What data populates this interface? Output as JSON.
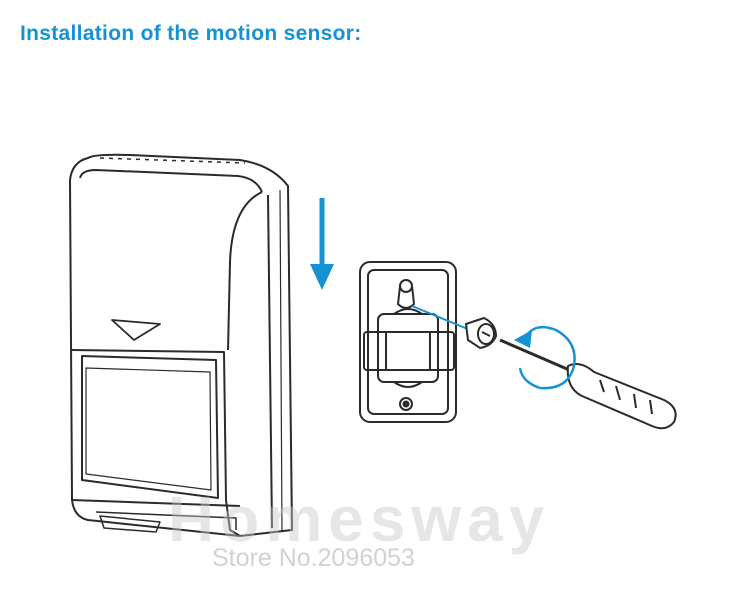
{
  "heading": "Installation of the motion sensor:",
  "watermark": {
    "brand": "Homesway",
    "store": "Store No.2096053"
  },
  "colors": {
    "accent": "#1592d4",
    "line": "#2b2b2b"
  },
  "icons": [
    "down-arrow-icon",
    "rotate-arrow-icon"
  ]
}
